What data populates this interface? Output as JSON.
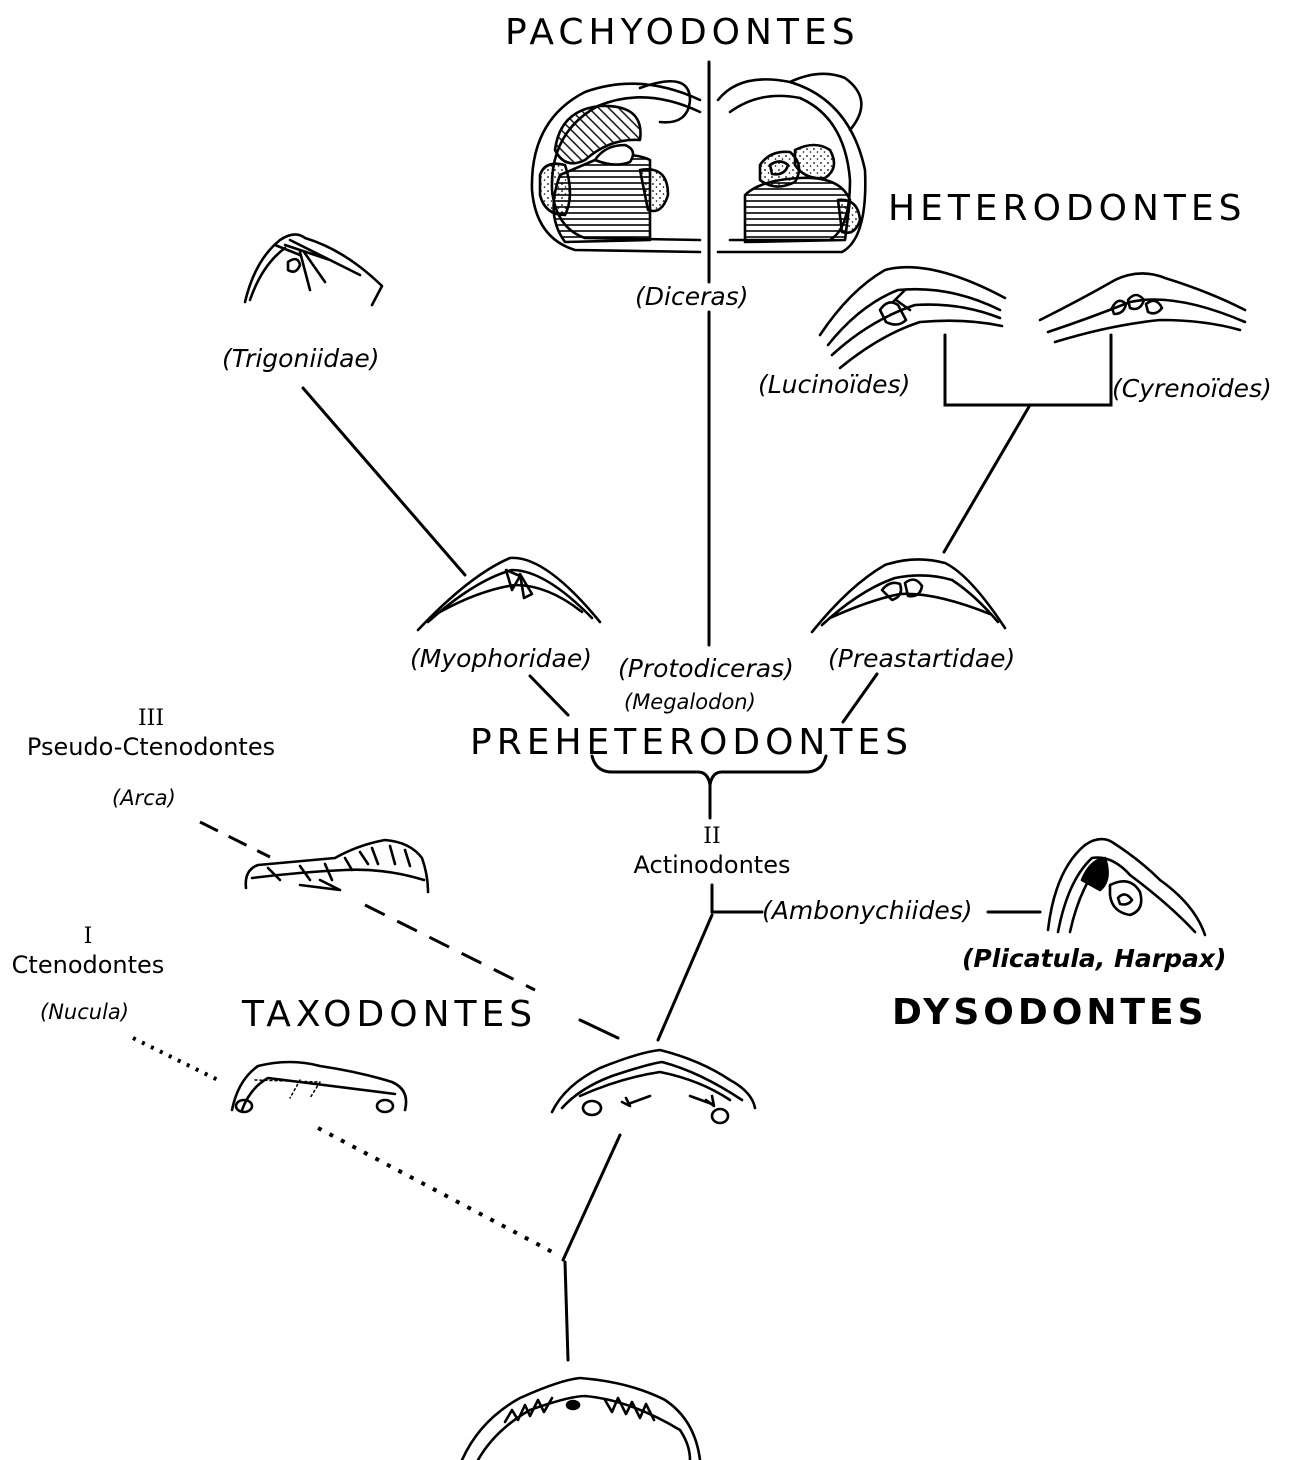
{
  "clades": {
    "pachyodontes": "PACHYODONTES",
    "heterodontes": "HETERODONTES",
    "preheterodontes": "PREHETERODONTES",
    "taxodontes": "TAXODONTES",
    "dysodontes": "DYSODONTES"
  },
  "taxa": {
    "diceras": "(Diceras)",
    "trigoniidae": "(Trigoniidae)",
    "lucinoides": "(Lucinoïdes)",
    "cyrenoides": "(Cyrenoïdes)",
    "myophoridae": "(Myophoridae)",
    "protodiceras": "(Protodiceras)",
    "megalodon": "(Megalodon)",
    "preastartidae": "(Preastartidae)",
    "arca": "(Arca)",
    "ambonychiides": "(Ambonychiides)",
    "nucula": "(Nucula)",
    "plicatula_harpax": "(Plicatula, Harpax)"
  },
  "groups": {
    "pseudo_ctenodontes": {
      "numeral": "III",
      "name": "Pseudo-Ctenodontes"
    },
    "actinodontes": {
      "numeral": "II",
      "name": "Actinodontes"
    },
    "ctenodontes": {
      "numeral": "I",
      "name": "Ctenodontes"
    }
  },
  "colors": {
    "ink": "#000000",
    "paper": "#ffffff",
    "hatch": "#000000"
  }
}
